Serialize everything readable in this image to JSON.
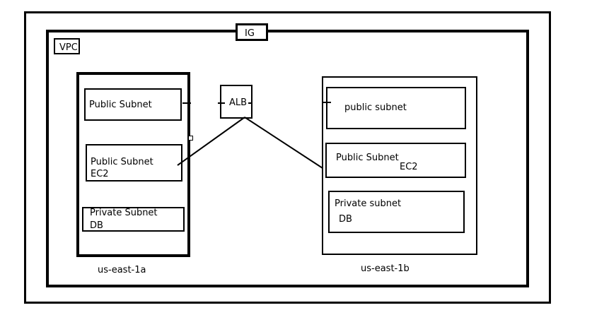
{
  "ig_label": "IG",
  "vpc_label": "VPC",
  "alb_label": "ALB",
  "zone_a": {
    "label": "us-east-1a",
    "public_subnet": "Public Subnet",
    "public_subnet_ec2": "Public Subnet",
    "ec2": "EC2",
    "private_subnet": "Private Subnet",
    "db": "DB"
  },
  "zone_b": {
    "label": "us-east-1b",
    "public_subnet": "public subnet",
    "public_subnet_ec2": "Public Subnet",
    "ec2": "EC2",
    "private_subnet": "Private subnet",
    "db": "DB"
  }
}
